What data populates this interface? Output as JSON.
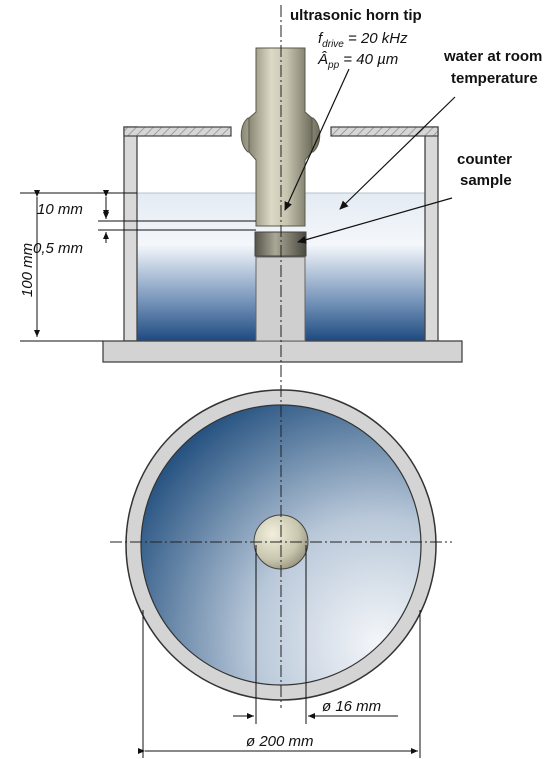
{
  "labels": {
    "horn_title": "ultrasonic horn tip",
    "f_symbol": "f",
    "f_subscript": "drive",
    "f_value": " = 20 kHz",
    "a_symbol": "Â",
    "a_subscript": "pp",
    "a_value": " = 40 µm",
    "water_line1": "water at room",
    "water_line2": "temperature",
    "counter_line1": "counter",
    "counter_line2": "sample"
  },
  "dimensions": {
    "gap_top": "10 mm",
    "gap_bottom": "0,5 mm",
    "height": "100 mm",
    "inner_diameter": "ø 16 mm",
    "outer_diameter": "ø 200 mm"
  },
  "colors": {
    "water_dark": "#1d4a80",
    "water_light": "#eef2f7",
    "horn_light": "#d9d7c2",
    "horn_dark": "#7d7b69",
    "gray": "#cfcfcf"
  }
}
